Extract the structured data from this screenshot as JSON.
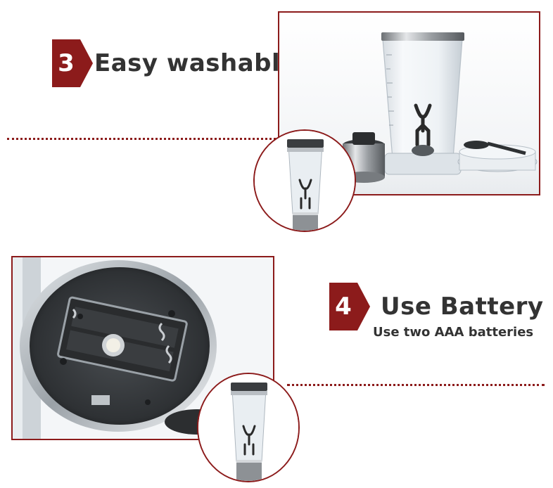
{
  "section3": {
    "number": "3",
    "title": "Easy washable"
  },
  "section4": {
    "number": "4",
    "title": "Use Battery",
    "subtitle": "Use two AAA batteries"
  },
  "colors": {
    "accent": "#8c1b1b",
    "text": "#333333"
  },
  "icons": {
    "photo_parts": "disassembled-shaker-photo",
    "photo_bottle": "shaker-bottle-photo",
    "photo_battery": "battery-compartment-photo"
  }
}
